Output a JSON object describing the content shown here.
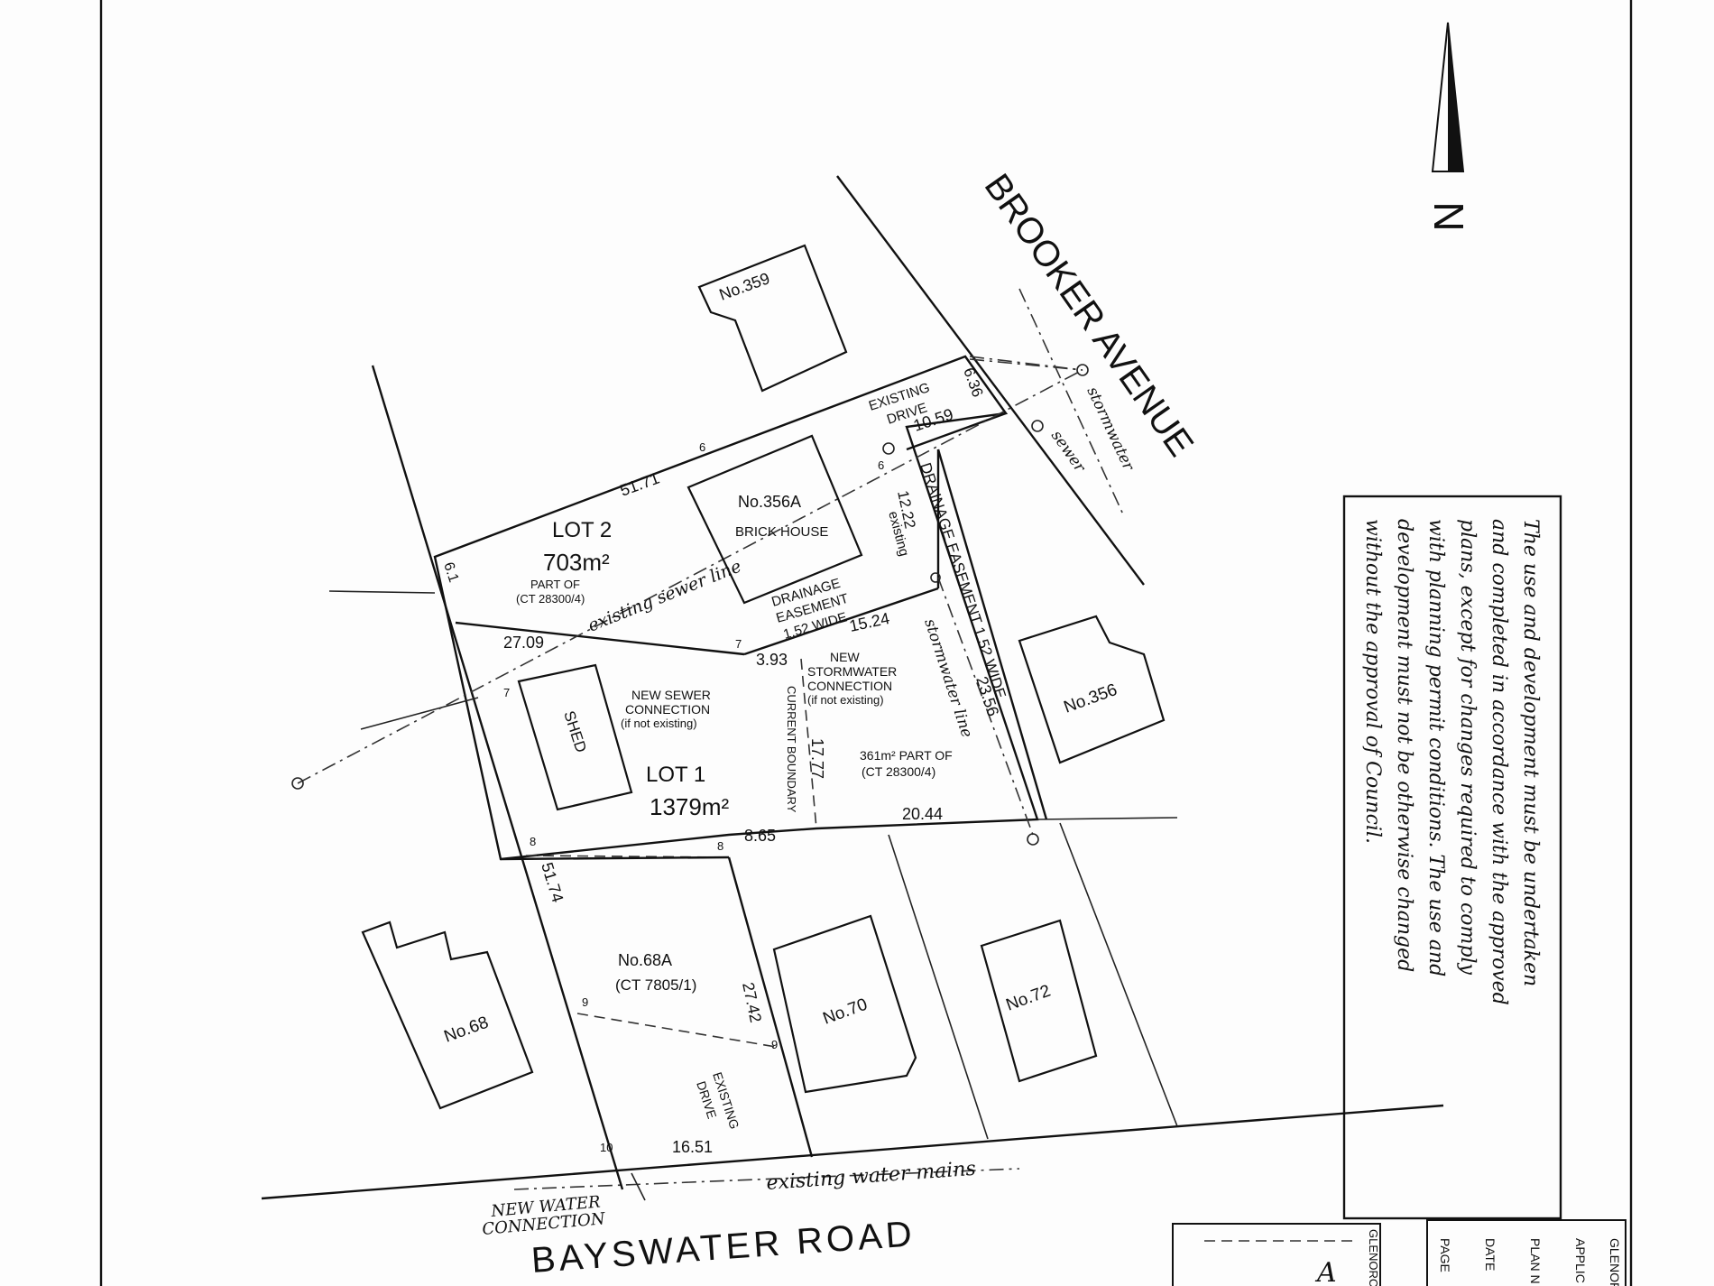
{
  "roads": {
    "brooker": "BROOKER AVENUE",
    "bayswater": "BAYSWATER ROAD"
  },
  "north_arrow": {
    "label": "N"
  },
  "buildings": {
    "no359": "No.359",
    "no356a": "No.356A",
    "brick_house": "BRICK HOUSE",
    "no356": "No.356",
    "shed": "SHED",
    "no68": "No.68",
    "no70": "No.70",
    "no72": "No.72"
  },
  "lots": {
    "lot2": {
      "name": "LOT 2",
      "area": "703m²",
      "part_of": "PART OF",
      "ct": "(CT 28300/4)"
    },
    "lot1": {
      "name": "LOT 1",
      "area": "1379m²"
    },
    "part": {
      "area": "361m² PART OF",
      "ct": "(CT 28300/4)"
    },
    "no68a": {
      "name": "No.68A",
      "ct": "(CT 7805/1)"
    }
  },
  "dimensions": {
    "d636": "6.36",
    "d1059": "10.59",
    "d5171": "51.71",
    "d61": "6.1",
    "d2709": "27.09",
    "d393": "3.93",
    "d1524": "15.24",
    "d1777": "17.77",
    "d2356": "23.56",
    "d2044": "20.44",
    "d865": "8.65",
    "d5174": "51.74",
    "d2742": "27.42",
    "d1651": "16.51",
    "d1222": "12.22",
    "p6a": "6",
    "p6b": "6",
    "p7a": "7",
    "p7b": "7",
    "p8a": "8",
    "p8b": "8",
    "p9a": "9",
    "p9b": "9",
    "p10": "10"
  },
  "annotations": {
    "existing_drive_top": [
      "EXISTING",
      "DRIVE"
    ],
    "existing": "existing",
    "drainage_easement_vertical": "DRAINAGE EASEMENT 1.52 WIDE",
    "drainage_easement": [
      "DRAINAGE",
      "EASEMENT",
      "1.52 WIDE"
    ],
    "new_stormwater": [
      "NEW",
      "STORMWATER",
      "CONNECTION",
      "(if not existing)"
    ],
    "new_sewer": [
      "NEW SEWER",
      "CONNECTION",
      "(if not existing)"
    ],
    "current_boundary": "CURRENT BOUNDARY",
    "existing_sewer_line": "existing sewer line",
    "stormwater_line": "stormwater line",
    "stormwater": "stormwater",
    "sewer": "sewer",
    "existing_drive_bottom": [
      "EXISTING",
      "DRIVE"
    ],
    "existing_water_mains": "existing water mains",
    "new_water_connection": [
      "NEW WATER",
      "CONNECTION"
    ]
  },
  "condition_note": [
    "The use and development must be undertaken",
    "and completed in accordance with the approved",
    "plans, except for changes required to comply",
    "with planning permit conditions. The use and",
    "development must not be otherwise changed",
    "without the approval of Council."
  ],
  "stamp": {
    "a": "GLENORCHY",
    "b": "A",
    "applic": "APPLIC",
    "plan_no": "PLAN N",
    "date": "DATE",
    "page": "PAGE",
    "glen2": "GLENOR"
  }
}
